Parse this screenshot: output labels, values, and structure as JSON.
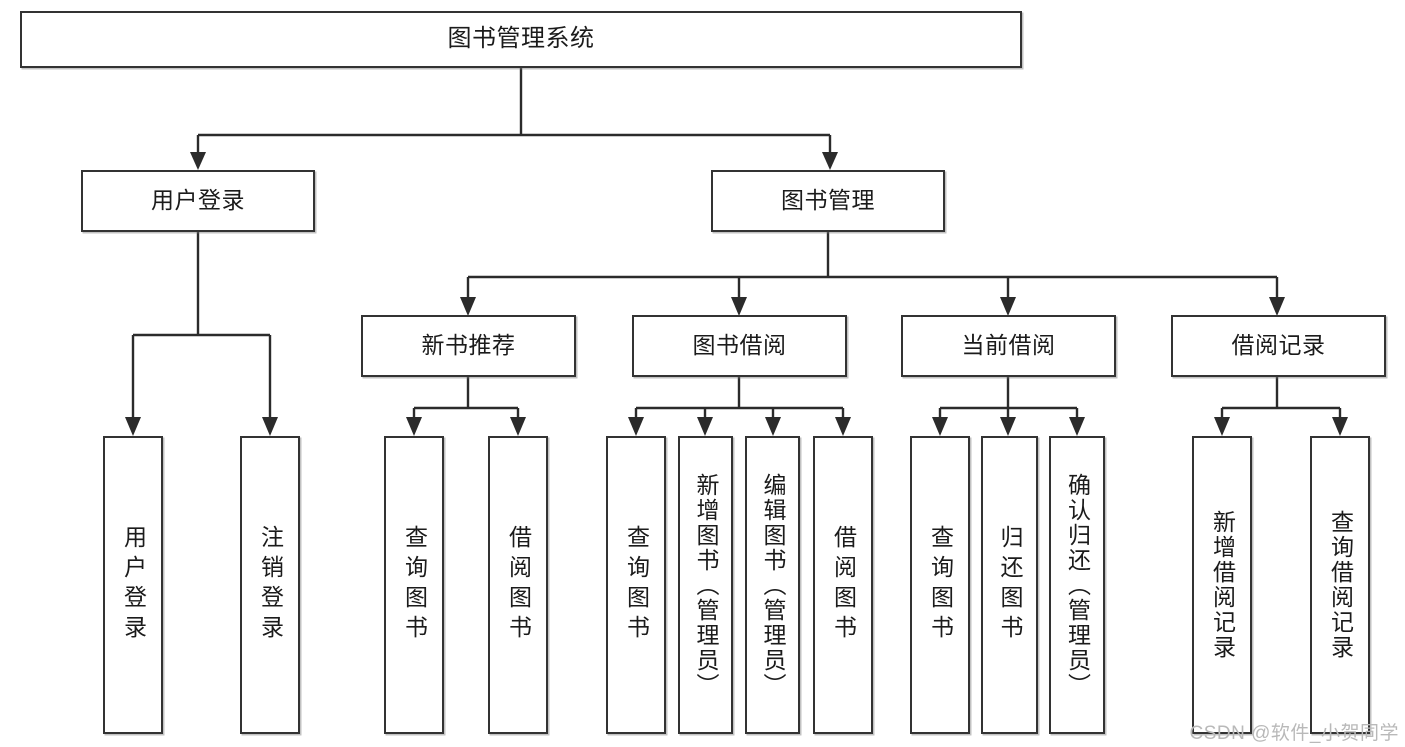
{
  "diagram": {
    "title": "图书管理系统",
    "type": "tree-hierarchy-chart",
    "watermark": "CSDN @软件_小贺同学",
    "colors": {
      "box_stroke": "#333333",
      "box_fill": "#ffffff",
      "connector": "#2b2b2b",
      "text": "#1b1b1b",
      "watermark": "#b9b9b9",
      "background": "#ffffff"
    },
    "nodes": {
      "root": {
        "label": "图书管理系统"
      },
      "level2": [
        {
          "id": "user-login",
          "label": "用户登录"
        },
        {
          "id": "book-management",
          "label": "图书管理"
        }
      ],
      "level3": [
        {
          "id": "new-book-recommend",
          "label": "新书推荐"
        },
        {
          "id": "book-borrow",
          "label": "图书借阅"
        },
        {
          "id": "current-borrow",
          "label": "当前借阅"
        },
        {
          "id": "borrow-record",
          "label": "借阅记录"
        }
      ],
      "leaves": {
        "user_login": [
          {
            "id": "leaf-user-login",
            "label": "用户登录"
          },
          {
            "id": "leaf-user-logout",
            "label": "注销登录"
          }
        ],
        "new_book_recommend": [
          {
            "id": "leaf-query-book-1",
            "label": "查询图书"
          },
          {
            "id": "leaf-borrow-book-1",
            "label": "借阅图书"
          }
        ],
        "book_borrow": [
          {
            "id": "leaf-query-book-2",
            "label": "查询图书"
          },
          {
            "id": "leaf-add-book",
            "label": "新增图书（管理员）"
          },
          {
            "id": "leaf-edit-book",
            "label": "编辑图书（管理员）"
          },
          {
            "id": "leaf-borrow-book-2",
            "label": "借阅图书"
          }
        ],
        "current_borrow": [
          {
            "id": "leaf-query-book-3",
            "label": "查询图书"
          },
          {
            "id": "leaf-return-book",
            "label": "归还图书"
          },
          {
            "id": "leaf-confirm-return",
            "label": "确认归还（管理员）"
          }
        ],
        "borrow_record": [
          {
            "id": "leaf-add-record",
            "label": "新增借阅记录"
          },
          {
            "id": "leaf-query-record",
            "label": "查询借阅记录"
          }
        ]
      }
    }
  }
}
